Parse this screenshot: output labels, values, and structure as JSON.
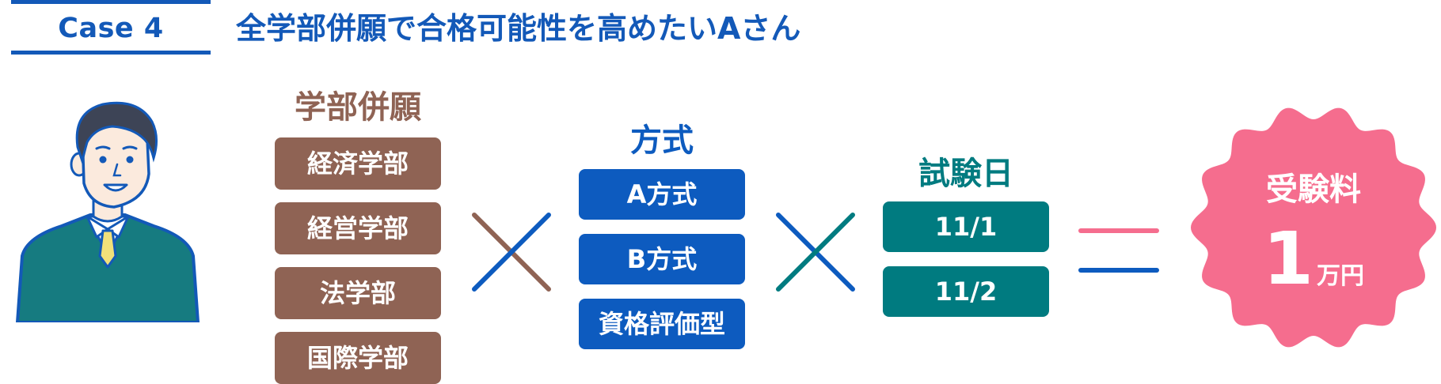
{
  "header": {
    "case_label": "Case 4",
    "headline": "全学部併願で合格可能性を高めたいAさん"
  },
  "departments": {
    "title": "学部併願",
    "items": [
      "経済学部",
      "経営学部",
      "法学部",
      "国際学部"
    ]
  },
  "methods": {
    "title": "方式",
    "items": [
      "A方式",
      "B方式",
      "資格評価型"
    ]
  },
  "exam_dates": {
    "title": "試験日",
    "items": [
      "11/1",
      "11/2"
    ]
  },
  "fee": {
    "label": "受験料",
    "amount": "1",
    "unit": "万円"
  },
  "colors": {
    "blue": "#0d5bbf",
    "brown": "#8f6354",
    "teal": "#007b80",
    "pink": "#f56d8e"
  },
  "icons": [
    "multiply-icon",
    "equals-icon",
    "person-illustration",
    "scalloped-badge"
  ]
}
